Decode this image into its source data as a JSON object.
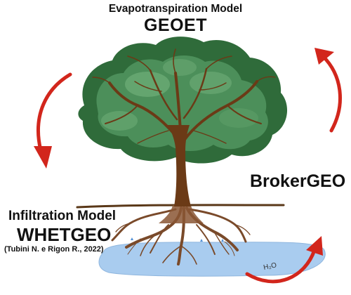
{
  "diagram": {
    "top_title": "Evapotranspiration Model",
    "top_model": "GEOET",
    "broker_label": "BrokerGEO",
    "left_title": "Infiltration Model",
    "left_model": "WHETGEO",
    "citation": "(Tubini N. e Rigon R., 2022)",
    "water_label": "H₂O"
  },
  "colors": {
    "foliage_dark": "#2f6b3a",
    "foliage_mid": "#4c8f5a",
    "foliage_light": "#6fae78",
    "trunk": "#6b3a16",
    "root": "#7a4a2a",
    "ground": "#5a3818",
    "water": "#a9ccef",
    "arrow_red": "#d2261c",
    "text": "#111111"
  },
  "icons": [
    "tree-illustration",
    "curved-arrow-icon",
    "water-pool"
  ]
}
